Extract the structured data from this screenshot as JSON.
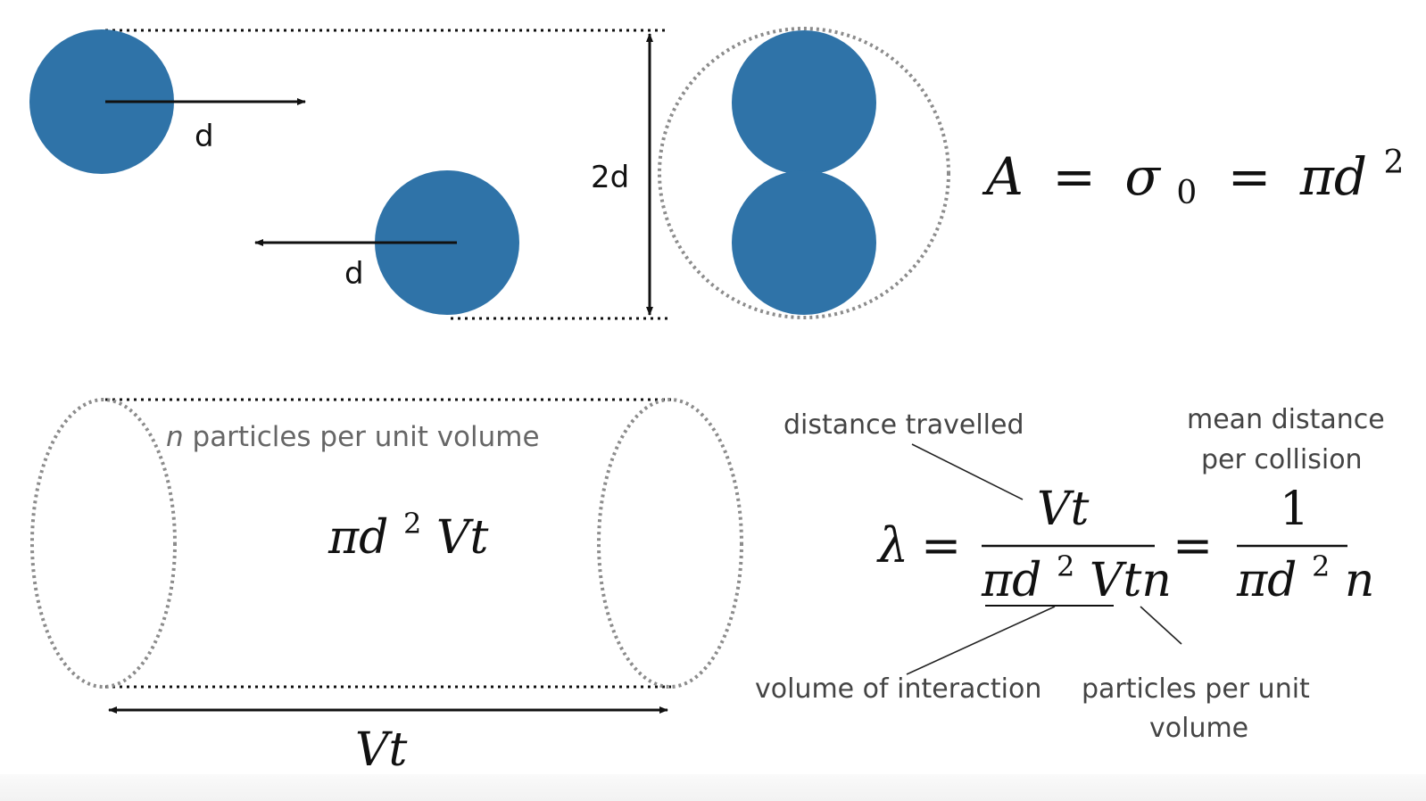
{
  "colors": {
    "particle": "#2f73a8",
    "dotted_outline": "#8c8c8c",
    "ink": "#111111",
    "annotation": "#444444"
  },
  "top_diagram": {
    "moving_right_label": "d",
    "moving_left_label": "d",
    "separation_label": "2d",
    "area_equation": {
      "lhs": "A",
      "eq1": "=",
      "sigma": "σ",
      "sigma_sub": "0",
      "eq2": "=",
      "pi_d": "πd",
      "exp": "2"
    }
  },
  "bottom_diagram": {
    "density_prefix": "n",
    "density_text": " particles per unit volume",
    "volume_expr_main": "πd",
    "volume_expr_exp": "2",
    "volume_expr_tail": "Vt",
    "length_label": "Vt"
  },
  "mean_free_path": {
    "lambda": "λ",
    "eq1": "=",
    "numerator": "Vt",
    "denominator_main": "πd",
    "denominator_exp": "2",
    "denominator_tail": "Vtn",
    "eq2": "=",
    "numerator2": "1",
    "denominator2_main": "πd",
    "denominator2_exp": "2",
    "denominator2_tail": "n",
    "annotations": {
      "distance_travelled": "distance travelled",
      "mean_distance_line1": "mean distance",
      "mean_distance_line2": "per collision",
      "volume_of_interaction": "volume of interaction",
      "particles_line1": "particles per unit",
      "particles_line2": "volume"
    }
  }
}
